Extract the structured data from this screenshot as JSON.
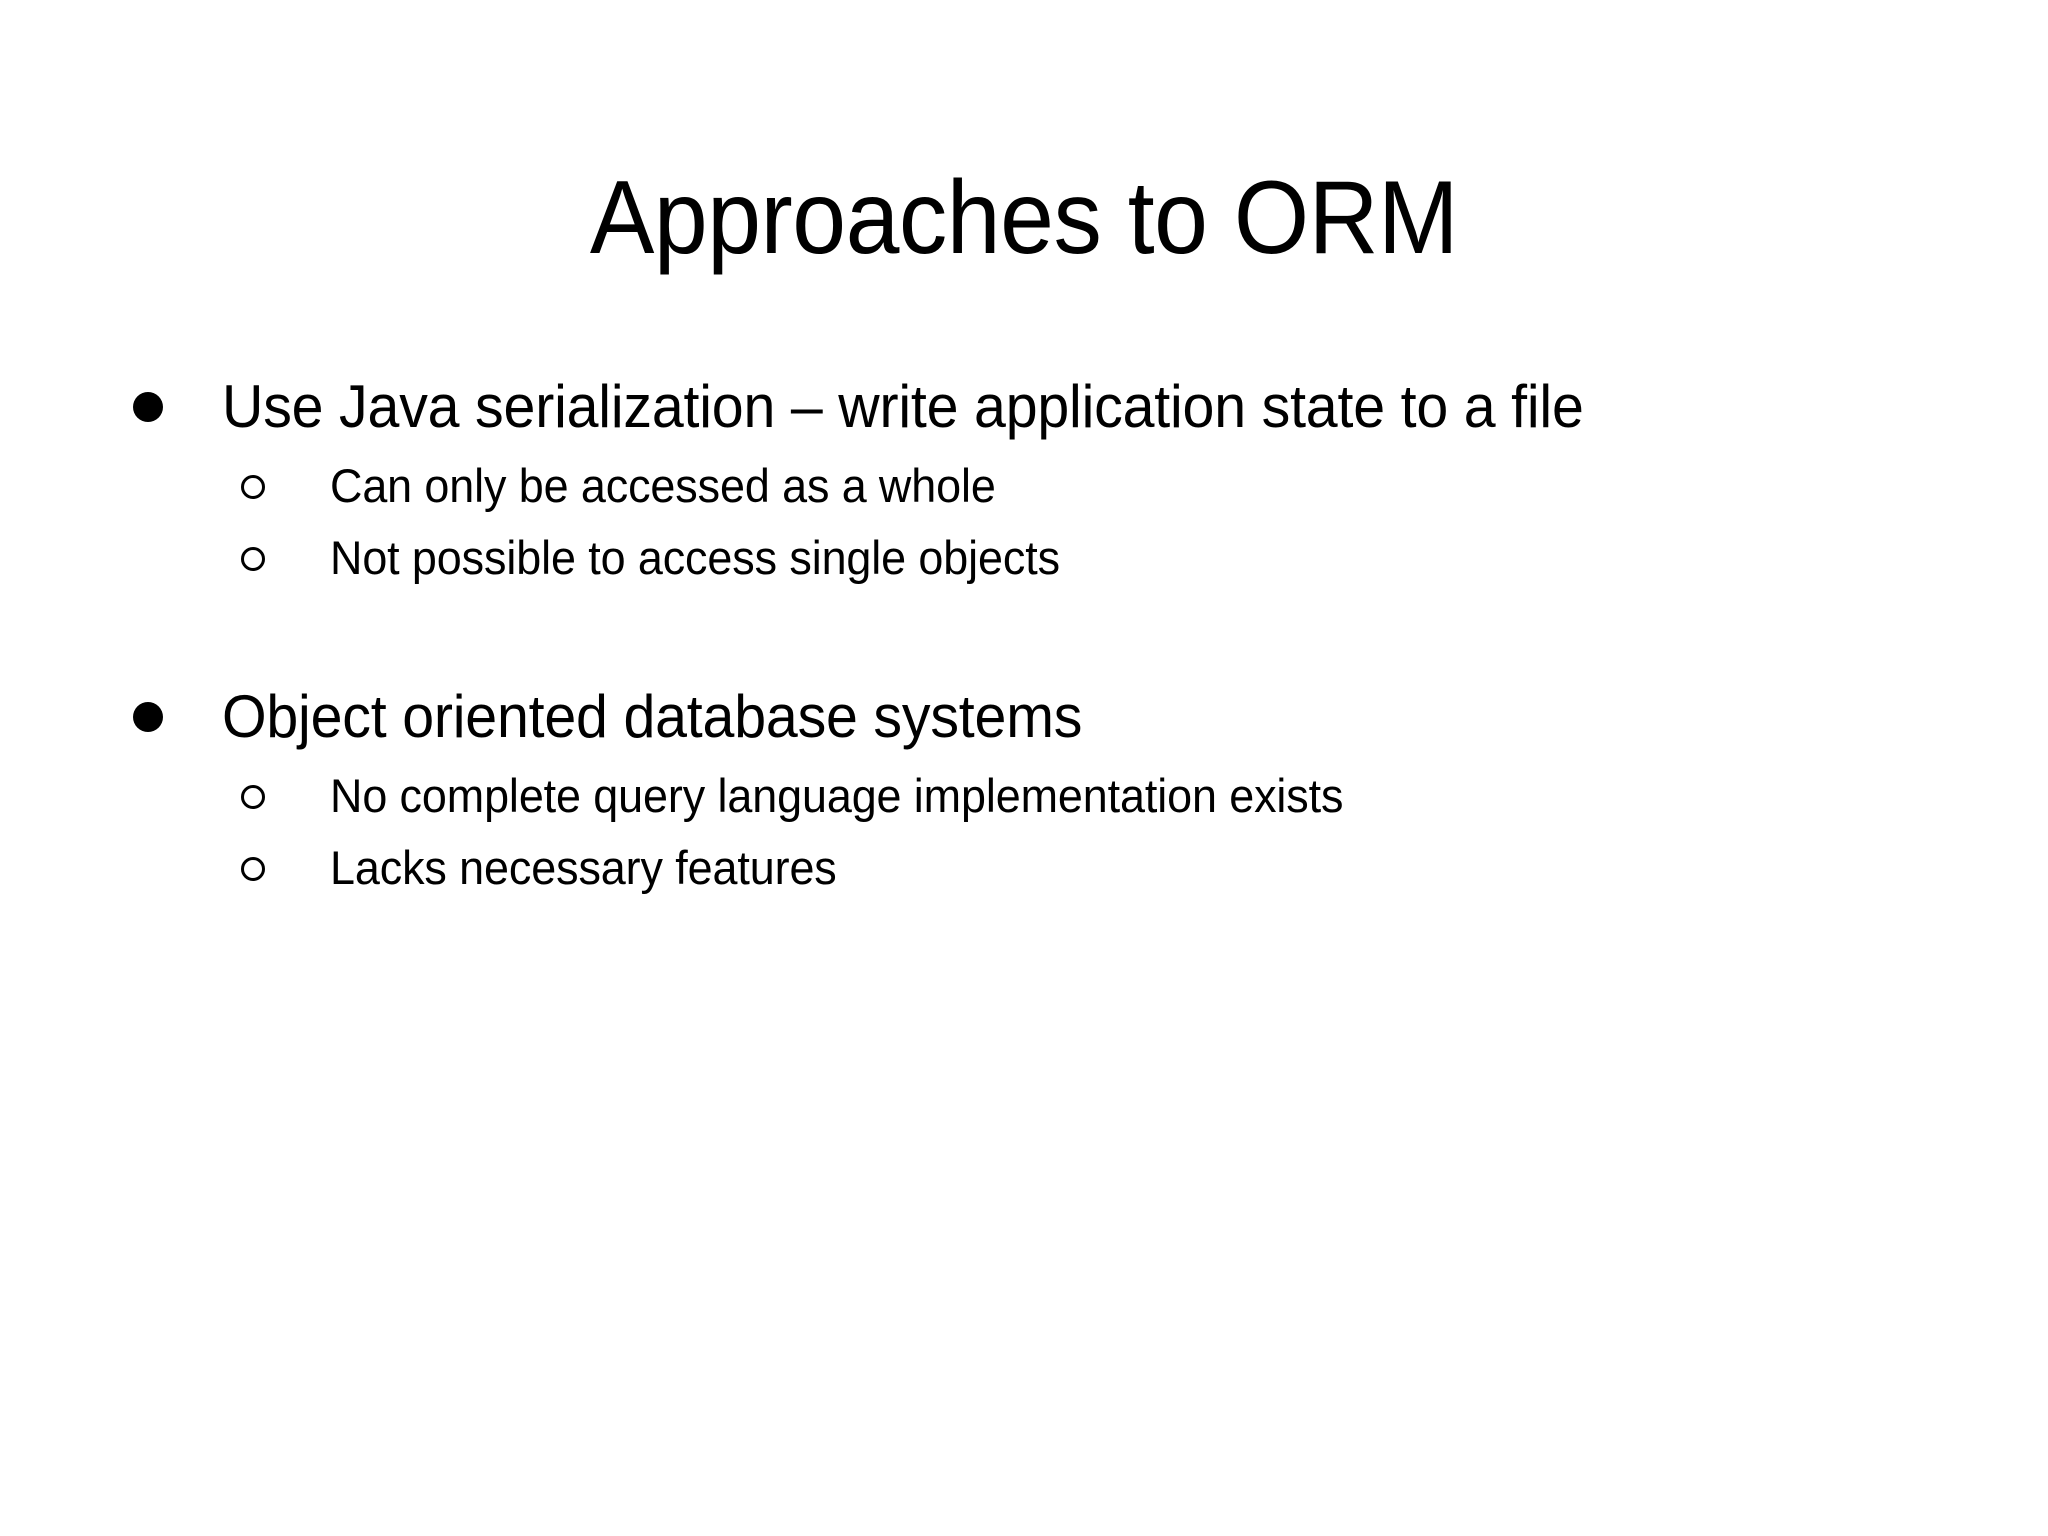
{
  "slide": {
    "title": "Approaches to ORM",
    "background_color": "#ffffff",
    "text_color": "#000000",
    "bullets": [
      {
        "marker": "filled-disc",
        "text": "Use Java serialization – write application state to a file",
        "sub_bullets": [
          {
            "marker": "hollow-circle",
            "text": "Can only be accessed as a whole"
          },
          {
            "marker": "hollow-circle",
            "text": "Not possible to access single objects"
          }
        ]
      },
      {
        "marker": "filled-disc",
        "text": "Object oriented database systems",
        "sub_bullets": [
          {
            "marker": "hollow-circle",
            "text": "No complete query language implementation exists"
          },
          {
            "marker": "hollow-circle",
            "text": "Lacks necessary features"
          }
        ]
      }
    ]
  }
}
